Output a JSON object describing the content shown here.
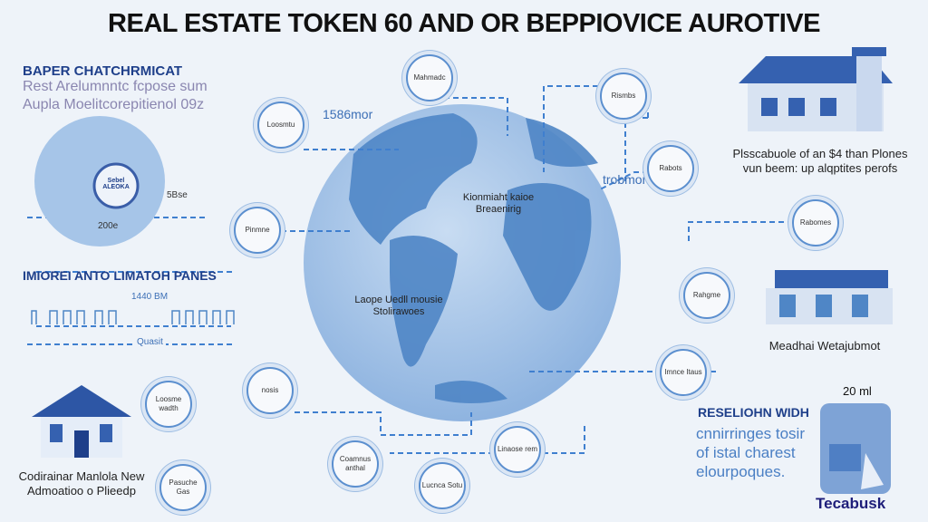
{
  "title": "REAL ESTATE TOKEN 60 AND OR BEPPIOVICE AUROTIVE",
  "left_top": {
    "heading": "BAPER CHATCHRMICAT",
    "line1": "Rest Arelumnntc fcpose sum",
    "line2": "Aupla Moelitcorepitienol 09z"
  },
  "mini_globe": {
    "badge": "Sebel ALEOKA",
    "label_a": "5Bse",
    "label_b": "200e"
  },
  "left_mid": {
    "heading": "IMIOREI ANTO LIMATOH PANES",
    "top_label": "1440 BM",
    "bottom_label": "Quasit"
  },
  "left_bottom_caption": [
    "Codirainar Manlola New",
    "Admoatioo o Plieedp"
  ],
  "globe": {
    "label_top": [
      "Kionmiaht kaioe",
      "Breaenirig"
    ],
    "label_bottom": [
      "Laope Uedll mousie",
      "Stolirawoes"
    ]
  },
  "floating_labels": {
    "a": "1586mor",
    "b": "trobmor"
  },
  "nodes": [
    "Loosmtu",
    "Mahmadc",
    "Rismbs",
    "Rabots",
    "Pinmne",
    "Rabomes",
    "Rahgme",
    "Imnce Itaus",
    "Loosme wadth",
    "nosis",
    "Coamnus anthal",
    "Lucnca Sotu",
    "Pasuche Gas",
    "Linaose rem"
  ],
  "right_top_caption": [
    "Plsscabuole of an $4 than Plones",
    "vun beem: up alqptites perofs"
  ],
  "right_mid_caption": "Meadhai Wetajubmot",
  "right_bottom": {
    "heading": "RESELIOHN WIDH",
    "lines": [
      "cnnirringes tosir",
      "of istal charest",
      "elourpoques."
    ]
  },
  "jar": {
    "label": "20 ml",
    "brand": "Tecabusk"
  },
  "colors": {
    "accent": "#1e3f8a",
    "globe": "#a9c8ea",
    "land": "#4f86c6"
  }
}
